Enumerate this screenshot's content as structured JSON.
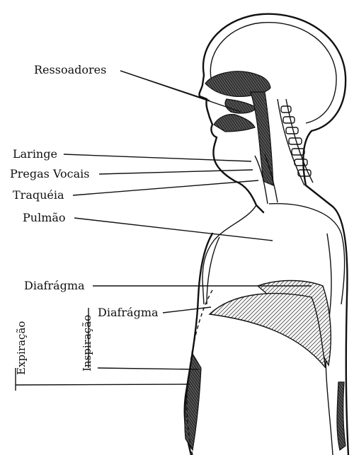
{
  "labels": {
    "ressoadores": "Ressoadores",
    "laringe": "Laringe",
    "pregas_vocais": "Pregas Vocais",
    "traqueia": "Traquéia",
    "pulmao": "Pulmão",
    "diafragma_1": "Diafrágma",
    "diafragma_2": "Diafrágma",
    "expiracao": "Expiração",
    "inspiracao": "Inspiração"
  }
}
